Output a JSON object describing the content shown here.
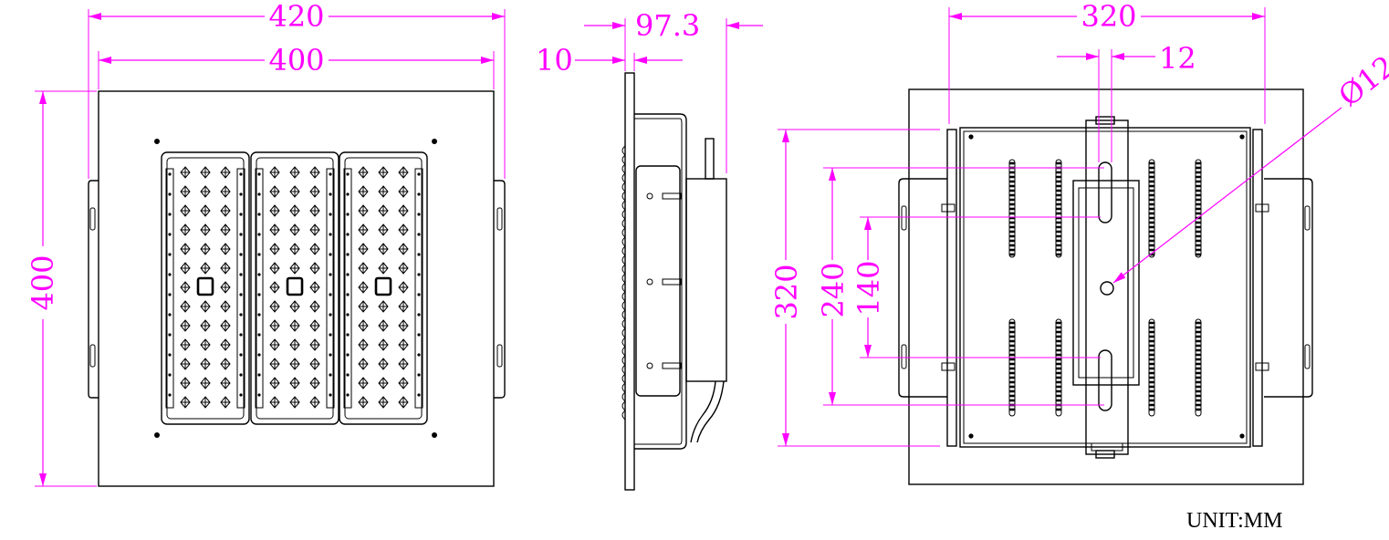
{
  "colors": {
    "dimension": "#ff00ff",
    "outline": "#000000",
    "background": "#ffffff"
  },
  "front_view": {
    "width_overall": "420",
    "width_plate": "400",
    "height_plate": "400"
  },
  "side_view": {
    "plate_thickness": "10",
    "depth_overall": "97.3"
  },
  "rear_view": {
    "bracket_span": "320",
    "slot_width": "12",
    "hole_diameter": "Ø12",
    "height_frame": "320",
    "slot_span": "240",
    "hole_pitch": "140"
  },
  "unit_label": "UNIT:MM"
}
